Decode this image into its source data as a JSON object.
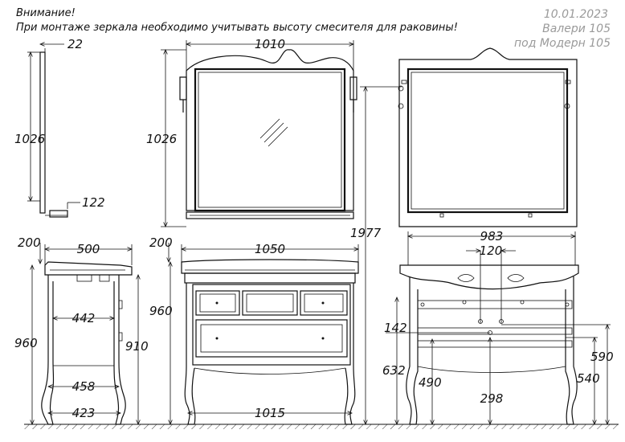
{
  "header": {
    "attention": "Внимание!",
    "instruction": "При монтаже зеркала необходимо учитывать высоту смесителя для раковины!"
  },
  "meta": {
    "date": "10.01.2023",
    "model_line1": "Валери 105",
    "model_line2": "под Модерн 105"
  },
  "dimensions": {
    "mirror_depth": "22",
    "mirror_height_side": "1026",
    "shelf_depth": "122",
    "mirror_width": "1010",
    "mirror_height_front": "1026",
    "total_height": "1977",
    "mirror_back_note": "",
    "side_top_gap": "200",
    "side_top_depth": "500",
    "side_inner_depth": "442",
    "side_height": "960",
    "side_leg_height": "910",
    "side_bottom_depth": "458",
    "side_floor_depth": "423",
    "front_top_gap": "200",
    "front_top_width": "1050",
    "front_height": "960",
    "front_floor_width": "1015",
    "back_width": "983",
    "back_pipe_spacing": "120",
    "back_drain_height": "142",
    "back_inlet_height": "632",
    "back_mid_height": "490",
    "back_shelf_height": "590",
    "back_leg_height": "540",
    "back_floor_gap": "298"
  },
  "colors": {
    "line": "#111111",
    "meta": "#9a9a9a",
    "background": "#ffffff"
  }
}
